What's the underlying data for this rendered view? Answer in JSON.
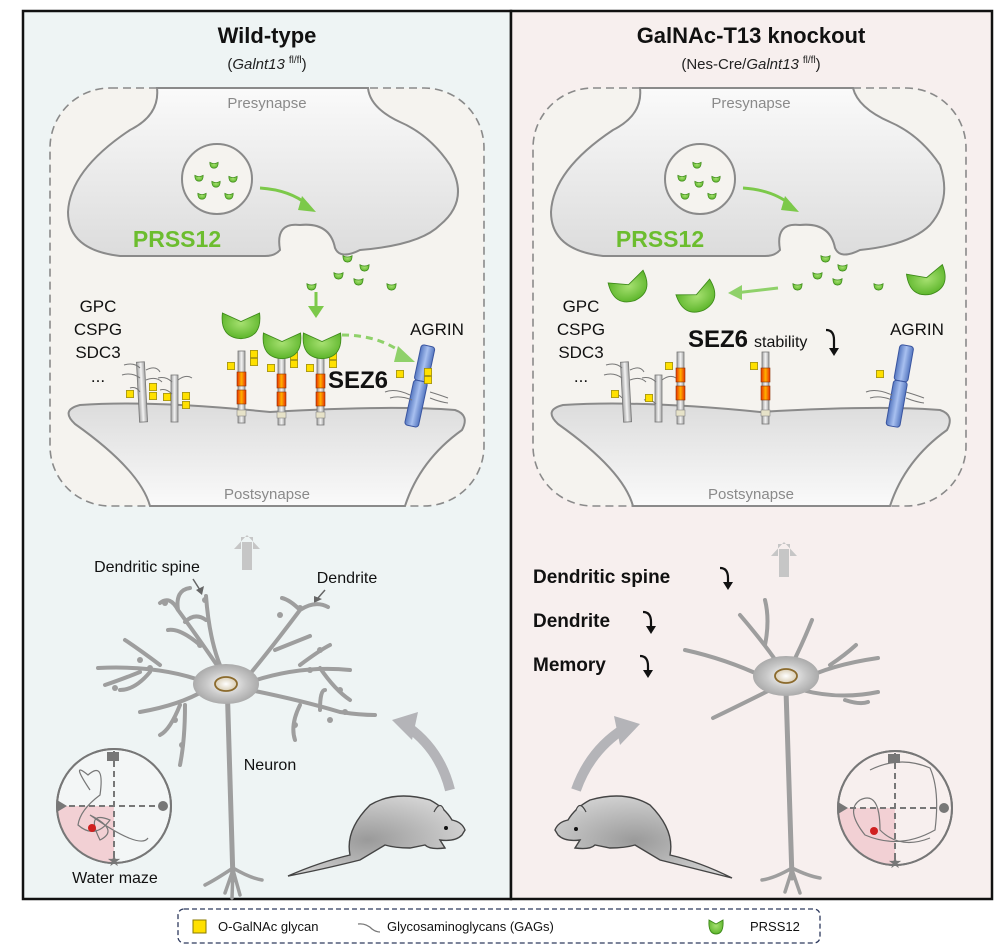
{
  "panels": {
    "wildtype": {
      "title": "Wild-type",
      "genotype_open": "(",
      "genotype_gene": "Galnt13",
      "genotype_sup": "fl/fl",
      "genotype_close": ")",
      "presynapse": "Presynapse",
      "postsynapse": "Postsynapse",
      "protease": "PRSS12",
      "hspg_labels": [
        "GPC",
        "CSPG",
        "SDC3",
        "..."
      ],
      "sez6": "SEZ6",
      "agrin": "AGRIN",
      "spine_label": "Dendritic spine",
      "dendrite_label": "Dendrite",
      "neuron_label": "Neuron",
      "maze_label": "Water maze",
      "background": "#eef4f4"
    },
    "knockout": {
      "title": "GalNAc-T13 knockout",
      "genotype_open": "(Nes-Cre/",
      "genotype_gene": "Galnt13",
      "genotype_sup": "fl/fl",
      "genotype_close": ")",
      "presynapse": "Presynapse",
      "postsynapse": "Postsynapse",
      "protease": "PRSS12",
      "hspg_labels": [
        "GPC",
        "CSPG",
        "SDC3",
        "..."
      ],
      "sez6": "SEZ6",
      "sez6_suffix": "stability",
      "agrin": "AGRIN",
      "effects": [
        "Dendritic spine",
        "Dendrite",
        "Memory"
      ],
      "background": "#f7efee"
    }
  },
  "legend": {
    "items": [
      {
        "label": "O-GalNAc glycan",
        "icon": "yellow-square-icon"
      },
      {
        "label": "Glycosaminoglycans (GAGs)",
        "icon": "wavy-line-icon"
      },
      {
        "label": "PRSS12",
        "icon": "green-cup-icon"
      }
    ]
  },
  "colors": {
    "prss12_green": "#6cbd2f",
    "glycan_yellow": "#ffe000",
    "agrin_blue": "#7596d8",
    "sez6_orange": "#f06010",
    "membrane_gray": "#e2e2e2",
    "legend_border": "#2e3a5e"
  }
}
